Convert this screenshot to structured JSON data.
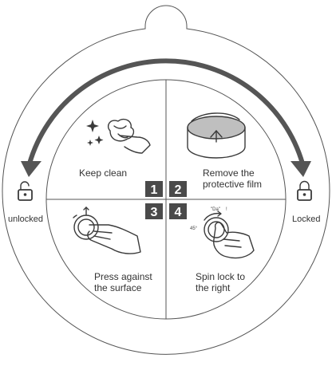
{
  "steps": [
    {
      "number": "1",
      "label": "Keep clean",
      "icon": "hand-wiping-cloth-icon"
    },
    {
      "number": "2",
      "label_line1": "Remove the",
      "label_line2": "protective film",
      "icon": "peel-film-icon"
    },
    {
      "number": "3",
      "label_line1": "Press against",
      "label_line2": "the surface",
      "icon": "hand-pressing-mount-icon"
    },
    {
      "number": "4",
      "label_line1": "Spin lock to",
      "label_line2": "the right",
      "icon": "hand-rotating-lock-icon"
    }
  ],
  "lock_states": {
    "left": "unlocked",
    "right": "Locked"
  },
  "step4_marks": {
    "angle": "45°",
    "sound": "\"Da\"",
    "exclaim": "!"
  },
  "colors": {
    "outline": "#3a3a3a",
    "badge": "#4a4a4a",
    "arrow": "#555555",
    "film": "#bfbfbf"
  }
}
